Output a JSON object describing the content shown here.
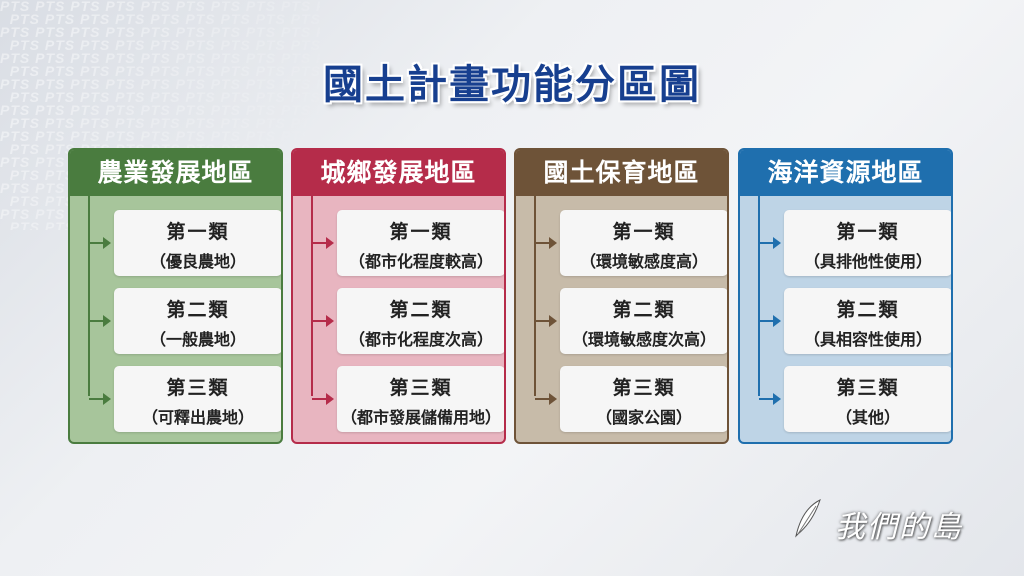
{
  "watermark_text": "PTS",
  "title": "國土計畫功能分區圖",
  "panels": [
    {
      "header": "農業發展地區",
      "color": "#4a7c3f",
      "bg": "#a7c59b",
      "items": [
        {
          "main": "第一類",
          "sub": "（優良農地）"
        },
        {
          "main": "第二類",
          "sub": "（一般農地）"
        },
        {
          "main": "第三類",
          "sub": "（可釋出農地）"
        }
      ]
    },
    {
      "header": "城鄉發展地區",
      "color": "#b52c4a",
      "bg": "#e8b5c0",
      "items": [
        {
          "main": "第一類",
          "sub": "（都市化程度較高）"
        },
        {
          "main": "第二類",
          "sub": "（都市化程度次高）"
        },
        {
          "main": "第三類",
          "sub": "（都市發展儲備用地）"
        }
      ]
    },
    {
      "header": "國土保育地區",
      "color": "#6e5338",
      "bg": "#c7bba9",
      "items": [
        {
          "main": "第一類",
          "sub": "（環境敏感度高）"
        },
        {
          "main": "第二類",
          "sub": "（環境敏感度次高）"
        },
        {
          "main": "第三類",
          "sub": "（國家公園）"
        }
      ]
    },
    {
      "header": "海洋資源地區",
      "color": "#1f6fae",
      "bg": "#bed4e6",
      "items": [
        {
          "main": "第一類",
          "sub": "（具排他性使用）"
        },
        {
          "main": "第二類",
          "sub": "（具相容性使用）"
        },
        {
          "main": "第三類",
          "sub": "（其他）"
        }
      ]
    }
  ],
  "logo_text": "我們的島"
}
